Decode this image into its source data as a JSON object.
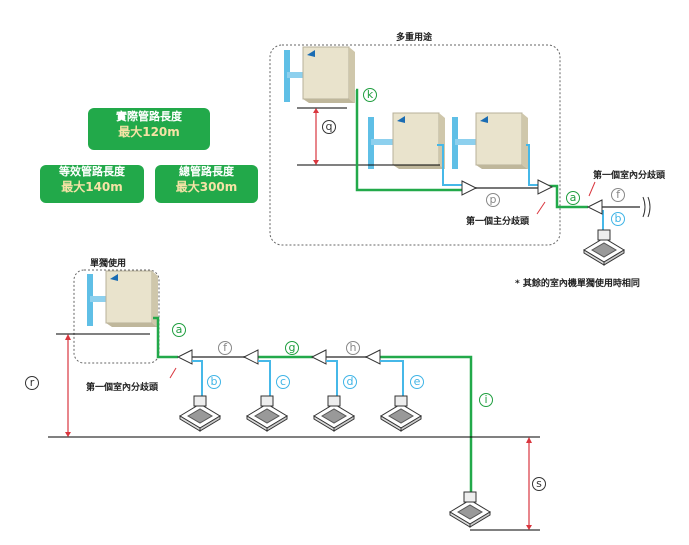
{
  "spec_boxes": [
    {
      "title": "實際管路長度",
      "value": "最大120m"
    },
    {
      "title": "等效管路長度",
      "value": "最大140m"
    },
    {
      "title": "總管路長度",
      "value": "最大300m"
    }
  ],
  "groups": {
    "multi_use": "多重用途",
    "single_use": "單獨使用"
  },
  "notes": {
    "first_main_branch": "第一個主分歧頭",
    "first_indoor_branch_top": "第一個室內分歧頭",
    "first_indoor_branch_bottom": "第一個室內分歧頭",
    "footnote": "* 其餘的室內機單獨使用時相同"
  },
  "pipe_labels": {
    "a_top": "a",
    "b_top": "b",
    "f_top": "f",
    "k": "k",
    "p": "p",
    "q": "q",
    "a": "a",
    "b": "b",
    "c": "c",
    "d": "d",
    "e": "e",
    "f": "f",
    "g": "g",
    "h": "h",
    "i": "i",
    "r": "r",
    "s": "s"
  },
  "colors": {
    "green": "#22a94a",
    "blue": "#46b8e8",
    "gray": "#777777",
    "red": "#d9363e"
  }
}
